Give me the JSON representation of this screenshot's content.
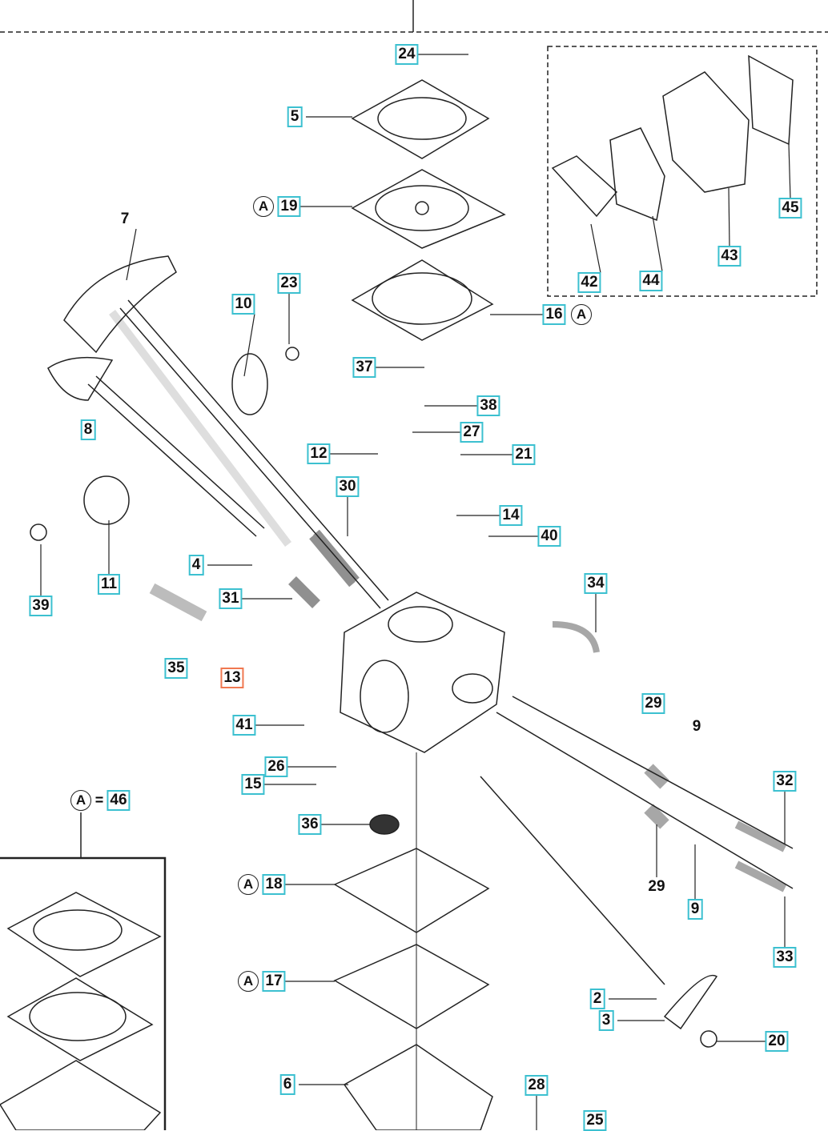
{
  "diagram": {
    "colors": {
      "label_border": "#3cc0d0",
      "highlight_border": "#f07850",
      "line": "#222222"
    },
    "highlighted_part": "13",
    "kit_marker": "A",
    "kit_equals": "=",
    "kit_number": "46",
    "part_labels": [
      "24",
      "5",
      "19",
      "7",
      "23",
      "10",
      "45",
      "43",
      "42",
      "44",
      "16",
      "37",
      "38",
      "27",
      "8",
      "12",
      "21",
      "30",
      "14",
      "40",
      "4",
      "11",
      "34",
      "31",
      "39",
      "35",
      "13",
      "29",
      "9",
      "41",
      "26",
      "15",
      "32",
      "36",
      "18",
      "29",
      "9",
      "33",
      "17",
      "2",
      "3",
      "20",
      "6",
      "28",
      "25"
    ]
  }
}
